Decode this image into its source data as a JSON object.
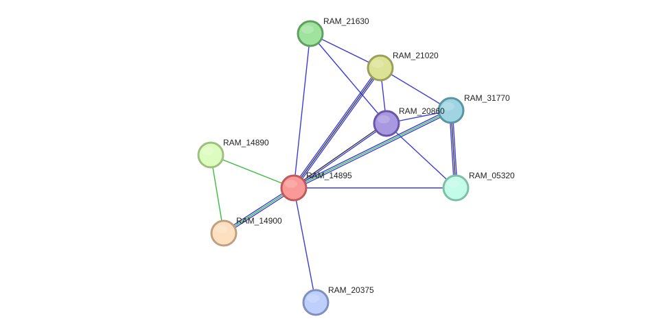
{
  "network": {
    "nodes": [
      {
        "id": "RAM_21630",
        "label": "RAM_21630",
        "color": "#9fe39f",
        "border": "#5f9f5f"
      },
      {
        "id": "RAM_21020",
        "label": "RAM_21020",
        "color": "#dde396",
        "border": "#9a9f5a"
      },
      {
        "id": "RAM_31770",
        "label": "RAM_31770",
        "color": "#9fd5e3",
        "border": "#5a94a3"
      },
      {
        "id": "RAM_20860",
        "label": "RAM_20860",
        "color": "#a898e0",
        "border": "#6a55a8"
      },
      {
        "id": "RAM_14890",
        "label": "RAM_14890",
        "color": "#ddfcbf",
        "border": "#9fbf80"
      },
      {
        "id": "RAM_14895",
        "label": "RAM_14895",
        "color": "#fb9898",
        "border": "#c05a5a"
      },
      {
        "id": "RAM_05320",
        "label": "RAM_05320",
        "color": "#c3fce8",
        "border": "#7fbfaa"
      },
      {
        "id": "RAM_14900",
        "label": "RAM_14900",
        "color": "#fde0bf",
        "border": "#c0a080"
      },
      {
        "id": "RAM_20375",
        "label": "RAM_20375",
        "color": "#bfcffc",
        "border": "#7f8fc0"
      }
    ],
    "edges": [
      {
        "from": "RAM_21630",
        "to": "RAM_21020",
        "colors": [
          "#3b3bdb"
        ]
      },
      {
        "from": "RAM_21630",
        "to": "RAM_20860",
        "colors": [
          "#3b3bdb"
        ]
      },
      {
        "from": "RAM_21630",
        "to": "RAM_14895",
        "colors": [
          "#3b3bdb"
        ]
      },
      {
        "from": "RAM_21020",
        "to": "RAM_31770",
        "colors": [
          "#3b3bdb"
        ]
      },
      {
        "from": "RAM_21020",
        "to": "RAM_20860",
        "colors": [
          "#3b3bdb"
        ]
      },
      {
        "from": "RAM_21020",
        "to": "RAM_14895",
        "colors": [
          "#3b3bdb",
          "#333333",
          "#3b3bdb"
        ]
      },
      {
        "from": "RAM_20860",
        "to": "RAM_31770",
        "colors": [
          "#3b3bdb"
        ]
      },
      {
        "from": "RAM_20860",
        "to": "RAM_05320",
        "colors": [
          "#3b3bdb"
        ]
      },
      {
        "from": "RAM_20860",
        "to": "RAM_14895",
        "colors": [
          "#3b3bdb",
          "#333333"
        ]
      },
      {
        "from": "RAM_31770",
        "to": "RAM_05320",
        "colors": [
          "#3b3bdb",
          "#333333",
          "#3b3bdb"
        ]
      },
      {
        "from": "RAM_31770",
        "to": "RAM_14895",
        "colors": [
          "#3b3bdb",
          "#3bbb3b",
          "#3b3bdb"
        ]
      },
      {
        "from": "RAM_14890",
        "to": "RAM_14895",
        "colors": [
          "#3bbb3b"
        ]
      },
      {
        "from": "RAM_14890",
        "to": "RAM_14900",
        "colors": [
          "#3bbb3b"
        ]
      },
      {
        "from": "RAM_14895",
        "to": "RAM_14900",
        "colors": [
          "#3b3bdb",
          "#3bbb3b",
          "#3b3bdb"
        ]
      },
      {
        "from": "RAM_14895",
        "to": "RAM_05320",
        "colors": [
          "#3b3bdb"
        ]
      },
      {
        "from": "RAM_14895",
        "to": "RAM_20375",
        "colors": [
          "#3b3bdb"
        ]
      }
    ]
  }
}
